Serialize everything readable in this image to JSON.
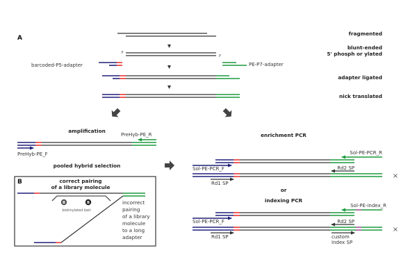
{
  "colors": {
    "insert": "#555555",
    "p5": "#1f1f7a",
    "barcode": "#e8322e",
    "p7": "#1a9a3c",
    "index": "#a2509a",
    "arrow": "#333333"
  },
  "panel_a": {
    "label": "A",
    "steps": [
      {
        "label": "fragmented"
      },
      {
        "label_line1": "blunt-ended",
        "label_line2": "5' phosph or ylated"
      },
      {
        "label": "adapter ligated"
      },
      {
        "label": "nick translated"
      }
    ],
    "phosphate_marker": "P",
    "p5_adapter_label": "barcoded-P5-adapter",
    "p7_adapter_label": "PE-P7-adapter"
  },
  "amplification": {
    "title": "amplification",
    "forward_primer": "PreHyb-PE_F",
    "reverse_primer": "PreHyb-PE_R",
    "next_step": "pooled hybrid selection"
  },
  "panel_b": {
    "label": "B",
    "title_line1": "correct pairing",
    "title_line2": "of a library molecule",
    "bait_letter": "B",
    "bait_label": "biotinylated bait",
    "incorrect_lines": [
      "incorrect",
      "pairing",
      "of a library",
      "molecule",
      "to a long",
      "adapter"
    ]
  },
  "enrichment": {
    "title": "enrichment PCR",
    "forward_primer": "Sol-PE-PCR_F",
    "reverse_primer": "Sol-PE-PCR_R",
    "read1": "Rd1 SP",
    "read2": "Rd2 SP",
    "cluster_mark": "×"
  },
  "separator": "or",
  "indexing": {
    "title": "indexing PCR",
    "forward_primer": "Sol-PE-PCR_F",
    "reverse_primer": "Sol-PE-index_R",
    "read1": "Rd1 SP",
    "read2": "Rd2 SP",
    "index_read_line1": "custom",
    "index_read_line2": "Index SP",
    "cluster_mark": "×"
  }
}
